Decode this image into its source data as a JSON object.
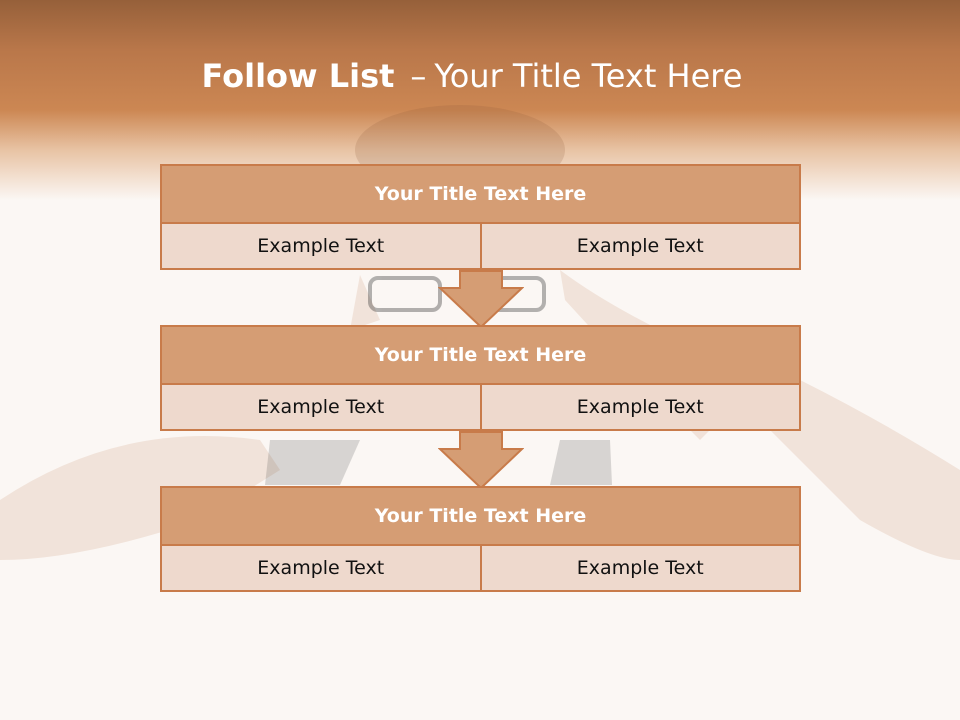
{
  "slide": {
    "title_bold": "Follow List",
    "title_dash": "–",
    "title_rest": "Your Title Text Here"
  },
  "blocks": [
    {
      "title": "Your Title Text Here",
      "left": "Example Text",
      "right": "Example Text"
    },
    {
      "title": "Your Title Text Here",
      "left": "Example Text",
      "right": "Example Text"
    },
    {
      "title": "Your Title Text Here",
      "left": "Example Text",
      "right": "Example Text"
    }
  ],
  "colors": {
    "header_top": "#96603a",
    "header_mid": "#cc8753",
    "block_head": "#d59d74",
    "block_cell": "#eed9cd",
    "border": "#c87b4a"
  }
}
